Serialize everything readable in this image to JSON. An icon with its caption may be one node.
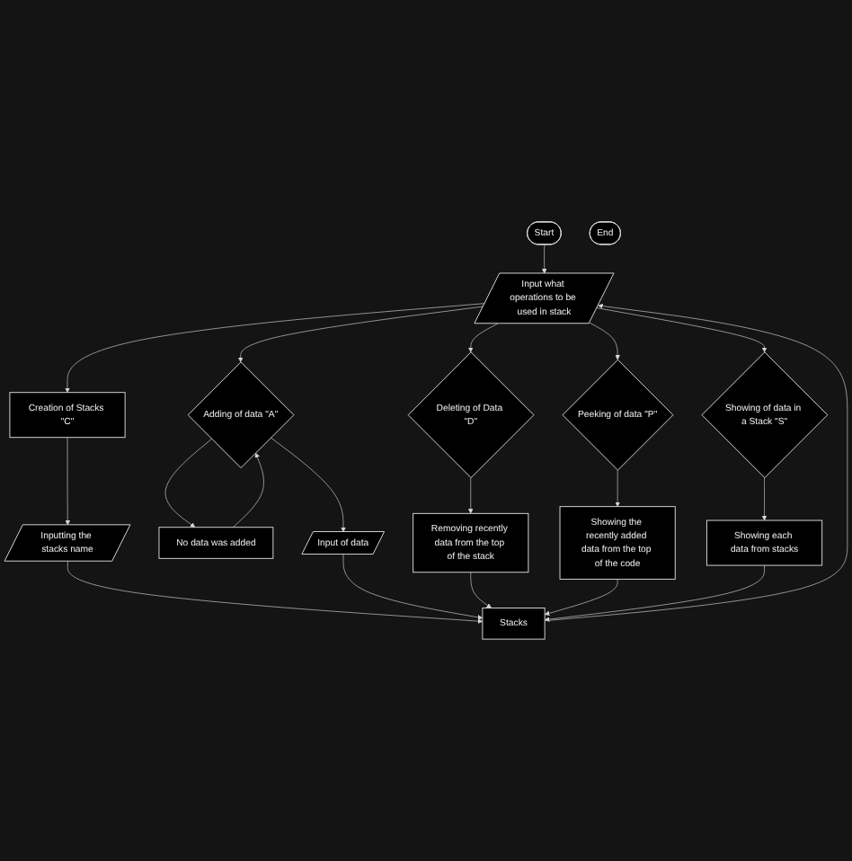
{
  "diagram": {
    "nodes": [
      {
        "text": [
          "Start"
        ]
      },
      {
        "text": [
          "Input what operations to be used in stack"
        ]
      },
      {
        "text": [
          "Creation of Stacks \"C\""
        ]
      },
      {
        "text": [
          "Adding of data \"A\""
        ]
      },
      {
        "text": [
          "Deleting of Data \"D\""
        ]
      },
      {
        "text": [
          "Peeking of data \"P\""
        ]
      },
      {
        "text": [
          "Showing of data in a Stack \"S\""
        ]
      },
      {
        "text": [
          "Inputting the stacks name"
        ]
      },
      {
        "text": [
          "No data was added"
        ]
      },
      {
        "text": [
          "Input of data"
        ]
      },
      {
        "text": [
          "Removing recently data from the top of the stack"
        ]
      },
      {
        "text": [
          "Showing the recently added data from the top of the code"
        ]
      },
      {
        "text": [
          "Showing each data from stacks"
        ]
      },
      {
        "text": [
          "Stacks"
        ]
      },
      {
        "text": [
          "End"
        ]
      }
    ],
    "edges": [
      {
        "from": 0,
        "to": 1,
        "arrow": "to"
      },
      {
        "from": 1,
        "to": 2,
        "arrow": "to"
      },
      {
        "from": 1,
        "to": 3,
        "arrow": "to"
      },
      {
        "from": 1,
        "to": 4,
        "arrow": "to"
      },
      {
        "from": 1,
        "to": 5,
        "arrow": "to"
      },
      {
        "from": 1,
        "to": 6,
        "arrow": "to"
      },
      {
        "from": 2,
        "to": 7,
        "arrow": "to"
      },
      {
        "from": 3,
        "to": 8,
        "arrow": "to"
      },
      {
        "from": 3,
        "to": 9,
        "arrow": "to"
      },
      {
        "from": 8,
        "to": 3,
        "arrow": "to"
      },
      {
        "from": 4,
        "to": 10,
        "arrow": "to"
      },
      {
        "from": 5,
        "to": 11,
        "arrow": "to"
      },
      {
        "from": 6,
        "to": 12,
        "arrow": "to"
      },
      {
        "from": 7,
        "to": 13,
        "arrow": "to"
      },
      {
        "from": 9,
        "to": 13,
        "arrow": "to"
      },
      {
        "from": 10,
        "to": 13,
        "arrow": "to"
      },
      {
        "from": 11,
        "to": 13,
        "arrow": "to"
      },
      {
        "from": 12,
        "to": 13,
        "arrow": "to"
      },
      {
        "from": 13,
        "to": 1,
        "arrow": "to"
      }
    ]
  }
}
